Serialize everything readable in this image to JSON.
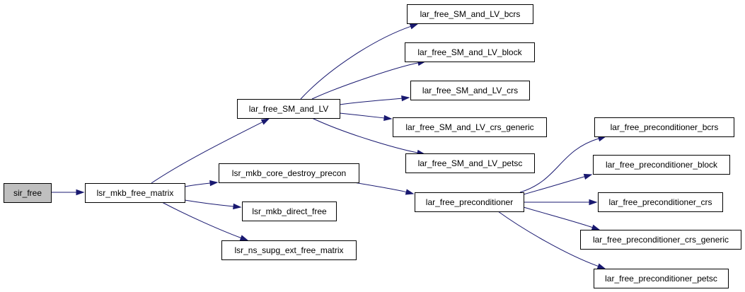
{
  "graph": {
    "colors": {
      "node_fill": "#ffffff",
      "root_fill": "#bfbfbf",
      "node_border": "#000000",
      "edge": "#191970",
      "text": "#000000"
    },
    "nodes": [
      {
        "id": "sir_free",
        "label": "sir_free"
      },
      {
        "id": "lsr_mkb_free_matrix",
        "label": "lsr_mkb_free_matrix"
      },
      {
        "id": "lar_free_SM_and_LV",
        "label": "lar_free_SM_and_LV"
      },
      {
        "id": "lsr_mkb_core_destroy_precon",
        "label": "lsr_mkb_core_destroy_precon"
      },
      {
        "id": "lsr_mkb_direct_free",
        "label": "lsr_mkb_direct_free"
      },
      {
        "id": "lsr_ns_supg_ext_free_matrix",
        "label": "lsr_ns_supg_ext_free_matrix"
      },
      {
        "id": "lar_free_SM_and_LV_bcrs",
        "label": "lar_free_SM_and_LV_bcrs"
      },
      {
        "id": "lar_free_SM_and_LV_block",
        "label": "lar_free_SM_and_LV_block"
      },
      {
        "id": "lar_free_SM_and_LV_crs",
        "label": "lar_free_SM_and_LV_crs"
      },
      {
        "id": "lar_free_SM_and_LV_crs_generic",
        "label": "lar_free_SM_and_LV_crs_generic"
      },
      {
        "id": "lar_free_SM_and_LV_petsc",
        "label": "lar_free_SM_and_LV_petsc"
      },
      {
        "id": "lar_free_preconditioner",
        "label": "lar_free_preconditioner"
      },
      {
        "id": "lar_free_preconditioner_bcrs",
        "label": "lar_free_preconditioner_bcrs"
      },
      {
        "id": "lar_free_preconditioner_block",
        "label": "lar_free_preconditioner_block"
      },
      {
        "id": "lar_free_preconditioner_crs",
        "label": "lar_free_preconditioner_crs"
      },
      {
        "id": "lar_free_preconditioner_crs_generic",
        "label": "lar_free_preconditioner_crs_generic"
      },
      {
        "id": "lar_free_preconditioner_petsc",
        "label": "lar_free_preconditioner_petsc"
      }
    ],
    "edges": [
      {
        "from": "sir_free",
        "to": "lsr_mkb_free_matrix"
      },
      {
        "from": "lsr_mkb_free_matrix",
        "to": "lar_free_SM_and_LV"
      },
      {
        "from": "lsr_mkb_free_matrix",
        "to": "lsr_mkb_core_destroy_precon"
      },
      {
        "from": "lsr_mkb_free_matrix",
        "to": "lsr_mkb_direct_free"
      },
      {
        "from": "lsr_mkb_free_matrix",
        "to": "lsr_ns_supg_ext_free_matrix"
      },
      {
        "from": "lar_free_SM_and_LV",
        "to": "lar_free_SM_and_LV_bcrs"
      },
      {
        "from": "lar_free_SM_and_LV",
        "to": "lar_free_SM_and_LV_block"
      },
      {
        "from": "lar_free_SM_and_LV",
        "to": "lar_free_SM_and_LV_crs"
      },
      {
        "from": "lar_free_SM_and_LV",
        "to": "lar_free_SM_and_LV_crs_generic"
      },
      {
        "from": "lar_free_SM_and_LV",
        "to": "lar_free_SM_and_LV_petsc"
      },
      {
        "from": "lsr_mkb_core_destroy_precon",
        "to": "lar_free_preconditioner"
      },
      {
        "from": "lar_free_preconditioner",
        "to": "lar_free_preconditioner_bcrs"
      },
      {
        "from": "lar_free_preconditioner",
        "to": "lar_free_preconditioner_block"
      },
      {
        "from": "lar_free_preconditioner",
        "to": "lar_free_preconditioner_crs"
      },
      {
        "from": "lar_free_preconditioner",
        "to": "lar_free_preconditioner_crs_generic"
      },
      {
        "from": "lar_free_preconditioner",
        "to": "lar_free_preconditioner_petsc"
      }
    ]
  }
}
